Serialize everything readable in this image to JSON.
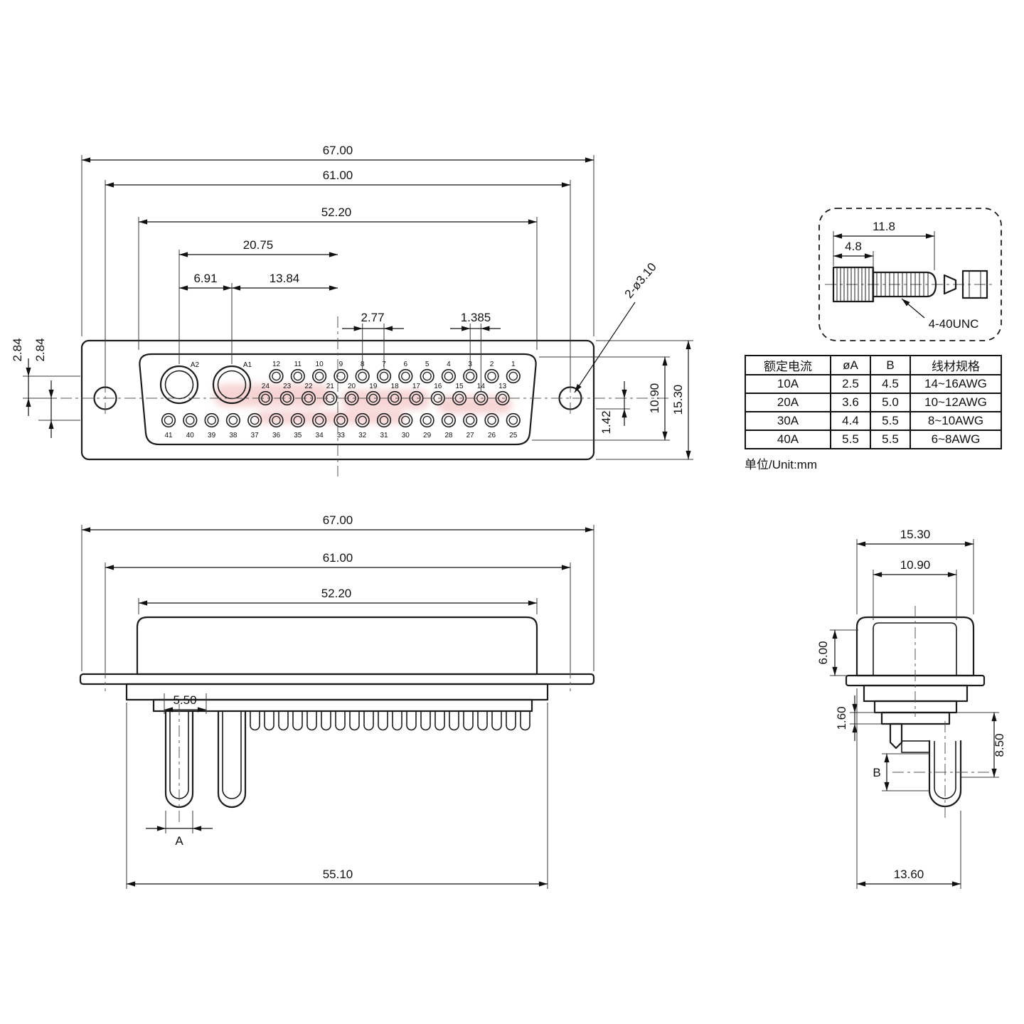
{
  "drawing": {
    "line_color": "#1c1c1c",
    "watermark_color": "#f2b9b9",
    "views": {
      "front": {
        "dims": {
          "width_overall": "67.00",
          "width_holes": "61.00",
          "width_face": "52.20",
          "a2_to_center": "20.75",
          "a2_to_a1": "6.91",
          "a1_to_center": "13.84",
          "pin_pitch": "2.77",
          "row_stagger": "1.385",
          "row_pitch_upper": "2.84",
          "row_pitch_lower": "2.84",
          "hole_note": "2-ø3.10",
          "hole_offset": "1.42",
          "face_height": "10.90",
          "shell_height": "15.30"
        },
        "pins": {
          "large": [
            "A2",
            "A1"
          ],
          "row_top": [
            "12",
            "11",
            "10",
            "9",
            "8",
            "7",
            "6",
            "5",
            "4",
            "3",
            "2",
            "1"
          ],
          "row_mid": [
            "24",
            "23",
            "22",
            "21",
            "20",
            "19",
            "18",
            "17",
            "16",
            "15",
            "14",
            "13"
          ],
          "row_bottom": [
            "41",
            "40",
            "39",
            "38",
            "37",
            "36",
            "35",
            "34",
            "33",
            "32",
            "31",
            "30",
            "29",
            "28",
            "27",
            "26",
            "25"
          ]
        }
      },
      "screw": {
        "dims": {
          "length_overall": "11.8",
          "head_length": "4.8"
        },
        "thread_label": "4-40UNC"
      },
      "side": {
        "dims": {
          "width_overall": "67.00",
          "width_holes": "61.00",
          "width_body": "52.20",
          "cup_offset": "5.50",
          "cup_dia_label": "A",
          "width_rear": "55.10"
        }
      },
      "profile": {
        "dims": {
          "depth_shell": "15.30",
          "depth_face": "10.90",
          "front_depth": "6.00",
          "plate_thickness": "1.60",
          "cup_length": "8.50",
          "cup_dia_label": "B",
          "depth_overall": "13.60"
        }
      }
    },
    "spec_table": {
      "headers": [
        "额定电流",
        "øA",
        "B",
        "线材规格"
      ],
      "rows": [
        [
          "10A",
          "2.5",
          "4.5",
          "14~16AWG"
        ],
        [
          "20A",
          "3.6",
          "5.0",
          "10~12AWG"
        ],
        [
          "30A",
          "4.4",
          "5.5",
          "8~10AWG"
        ],
        [
          "40A",
          "5.5",
          "5.5",
          "6~8AWG"
        ]
      ],
      "unit_note": "单位/Unit:mm"
    }
  }
}
